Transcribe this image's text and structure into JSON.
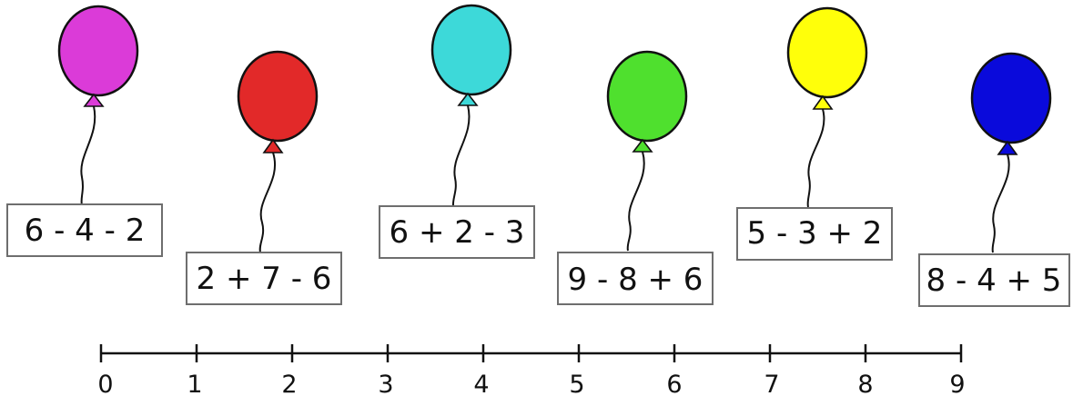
{
  "balloons": [
    {
      "expression": "6 - 4 - 2",
      "color": "#DB3BD8"
    },
    {
      "expression": "2 + 7 - 6",
      "color": "#E22929"
    },
    {
      "expression": "6 + 2 - 3",
      "color": "#3DD9D9"
    },
    {
      "expression": "9 - 8 + 6",
      "color": "#4FE02E"
    },
    {
      "expression": "5 - 3 + 2",
      "color": "#FFFF0A"
    },
    {
      "expression": "8 - 4 + 5",
      "color": "#0A0ADB"
    }
  ],
  "number_line": {
    "ticks": [
      "0",
      "1",
      "2",
      "3",
      "4",
      "5",
      "6",
      "7",
      "8",
      "9"
    ]
  }
}
